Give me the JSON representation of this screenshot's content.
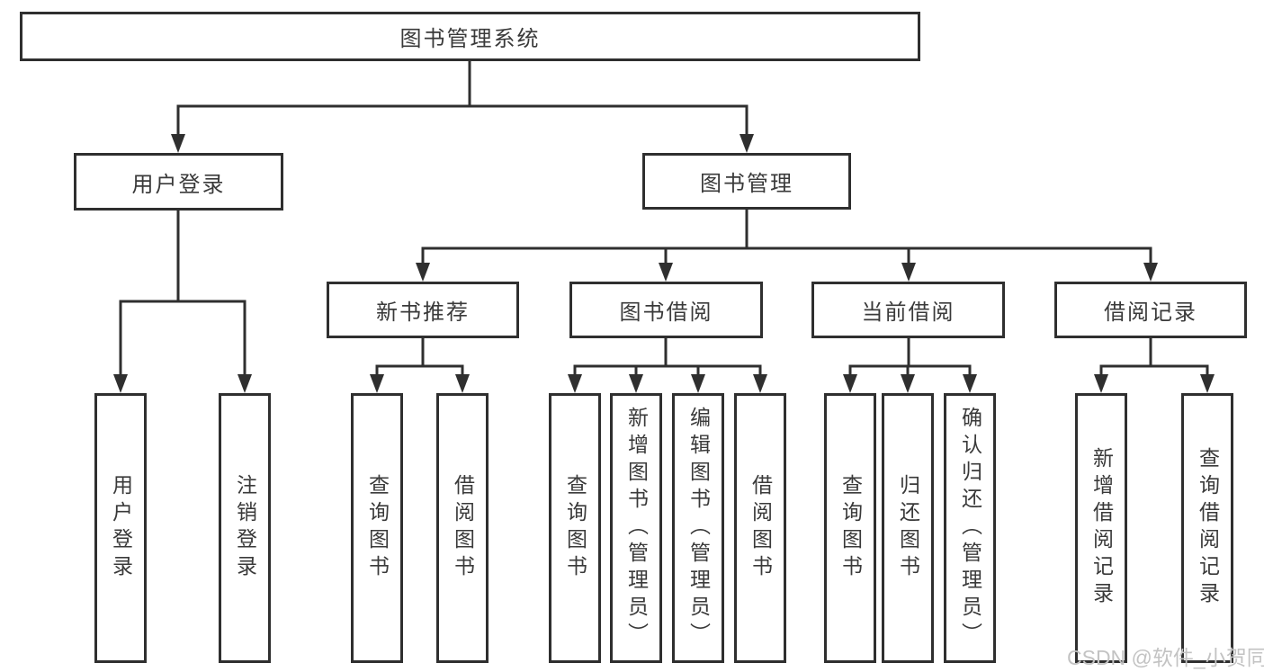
{
  "diagram": {
    "root": {
      "label": "图书管理系统"
    },
    "branches": [
      {
        "label": "用户登录",
        "children": [
          {
            "label": "用户登录"
          },
          {
            "label": "注销登录"
          }
        ]
      },
      {
        "label": "图书管理",
        "groups": [
          {
            "label": "新书推荐",
            "children": [
              {
                "label": "查询图书"
              },
              {
                "label": "借阅图书"
              }
            ]
          },
          {
            "label": "图书借阅",
            "children": [
              {
                "label": "查询图书"
              },
              {
                "label": "新增图书（管理员）"
              },
              {
                "label": "编辑图书（管理员）"
              },
              {
                "label": "借阅图书"
              }
            ]
          },
          {
            "label": "当前借阅",
            "children": [
              {
                "label": "查询图书"
              },
              {
                "label": "归还图书"
              },
              {
                "label": "确认归还（管理员）"
              }
            ]
          },
          {
            "label": "借阅记录",
            "children": [
              {
                "label": "新增借阅记录"
              },
              {
                "label": "查询借阅记录"
              }
            ]
          }
        ]
      }
    ]
  },
  "watermark": {
    "text": "CSDN @软件_小贺同学"
  },
  "colors": {
    "line": "#2f2f2f",
    "box_border": "#2f2f2f",
    "box_fill": "#ffffff",
    "text": "#3a3a3a",
    "watermark": "#c3c3c3",
    "background": "#ffffff"
  }
}
